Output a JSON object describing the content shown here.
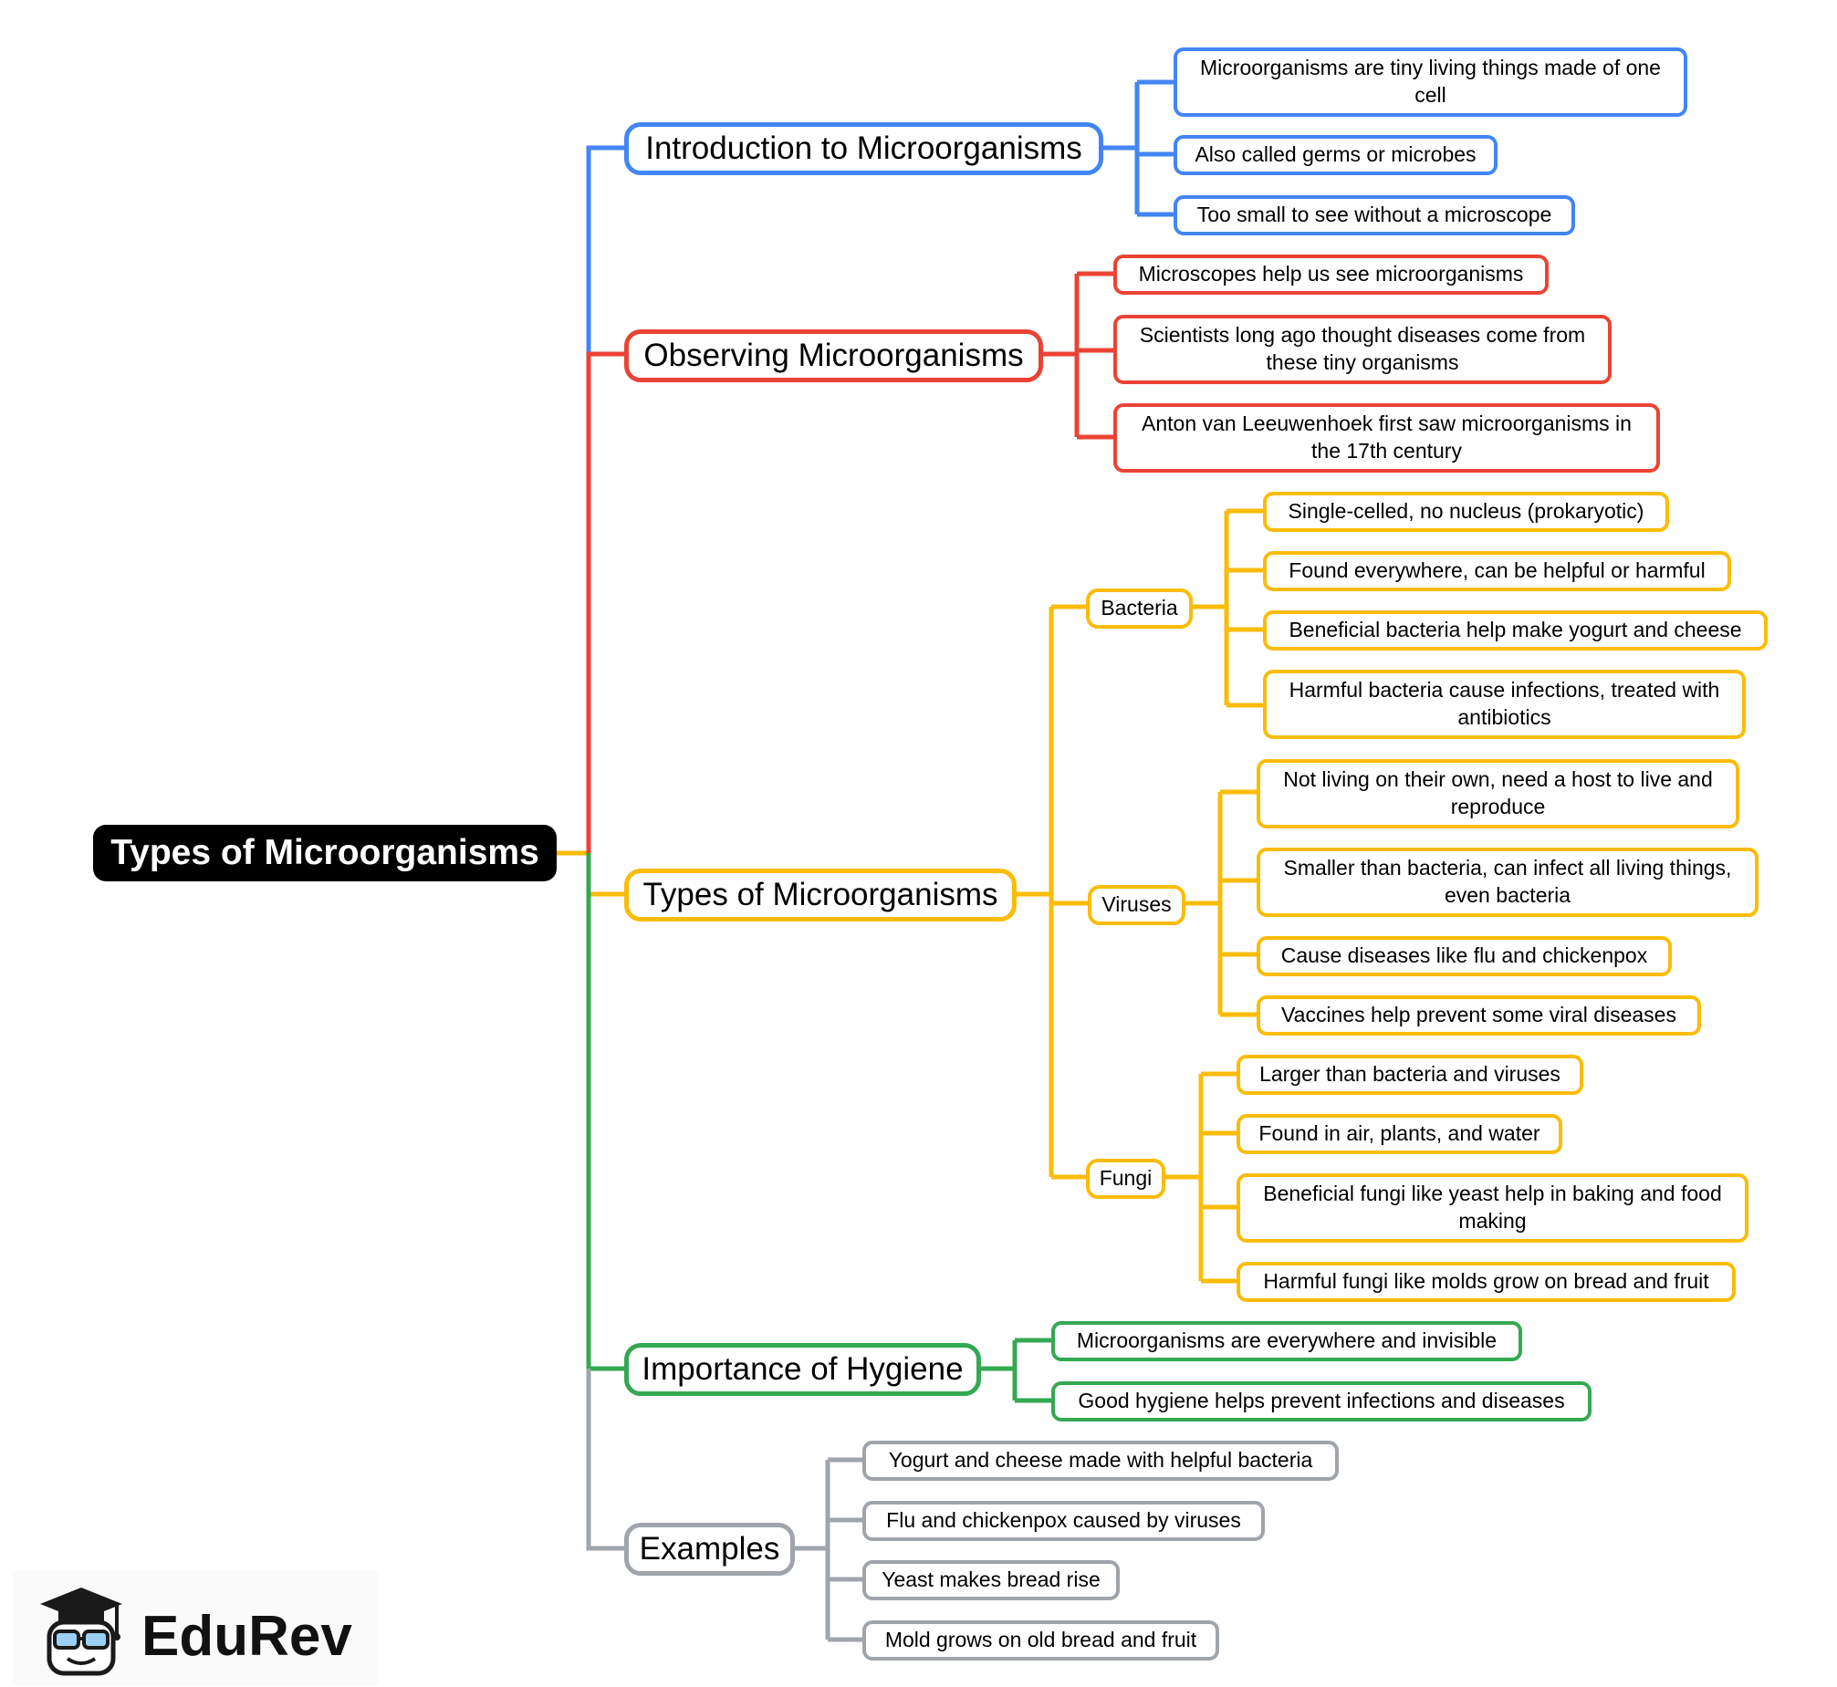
{
  "root": {
    "label": "Types of Microorganisms"
  },
  "colors": {
    "intro": "#4285f4",
    "observe": "#ea4335",
    "types": "#fbbc05",
    "hygiene": "#34a853",
    "examples": "#a0a4ab",
    "root_bg": "#000000"
  },
  "branches": {
    "intro": {
      "label": "Introduction to Microorganisms",
      "leaves": [
        "Microorganisms are tiny living things made of one cell",
        "Also called germs or microbes",
        "Too small to see without a microscope"
      ]
    },
    "observe": {
      "label": "Observing Microorganisms",
      "leaves": [
        "Microscopes help us see microorganisms",
        "Scientists long ago thought diseases come from these tiny organisms",
        "Anton van Leeuwenhoek first saw microorganisms in the 17th century"
      ]
    },
    "types": {
      "label": "Types of Microorganisms",
      "bacteria": {
        "label": "Bacteria",
        "leaves": [
          "Single-celled, no nucleus (prokaryotic)",
          "Found everywhere, can be helpful or harmful",
          "Beneficial bacteria help make yogurt and cheese",
          "Harmful bacteria cause infections, treated with antibiotics"
        ]
      },
      "viruses": {
        "label": "Viruses",
        "leaves": [
          "Not living on their own, need a host to live and reproduce",
          "Smaller than bacteria, can infect all living things, even bacteria",
          "Cause diseases like flu and chickenpox",
          "Vaccines help prevent some viral diseases"
        ]
      },
      "fungi": {
        "label": "Fungi",
        "leaves": [
          "Larger than bacteria and viruses",
          "Found in air, plants, and water",
          "Beneficial fungi like yeast help in baking and food making",
          "Harmful fungi like molds grow on bread and fruit"
        ]
      }
    },
    "hygiene": {
      "label": "Importance of Hygiene",
      "leaves": [
        "Microorganisms are everywhere and invisible",
        "Good hygiene helps prevent infections and diseases"
      ]
    },
    "examples": {
      "label": "Examples",
      "leaves": [
        "Yogurt and cheese made with helpful bacteria",
        "Flu and chickenpox caused by viruses",
        "Yeast makes bread rise",
        "Mold grows on old bread and fruit"
      ]
    }
  },
  "logo": {
    "text": "EduRev"
  }
}
